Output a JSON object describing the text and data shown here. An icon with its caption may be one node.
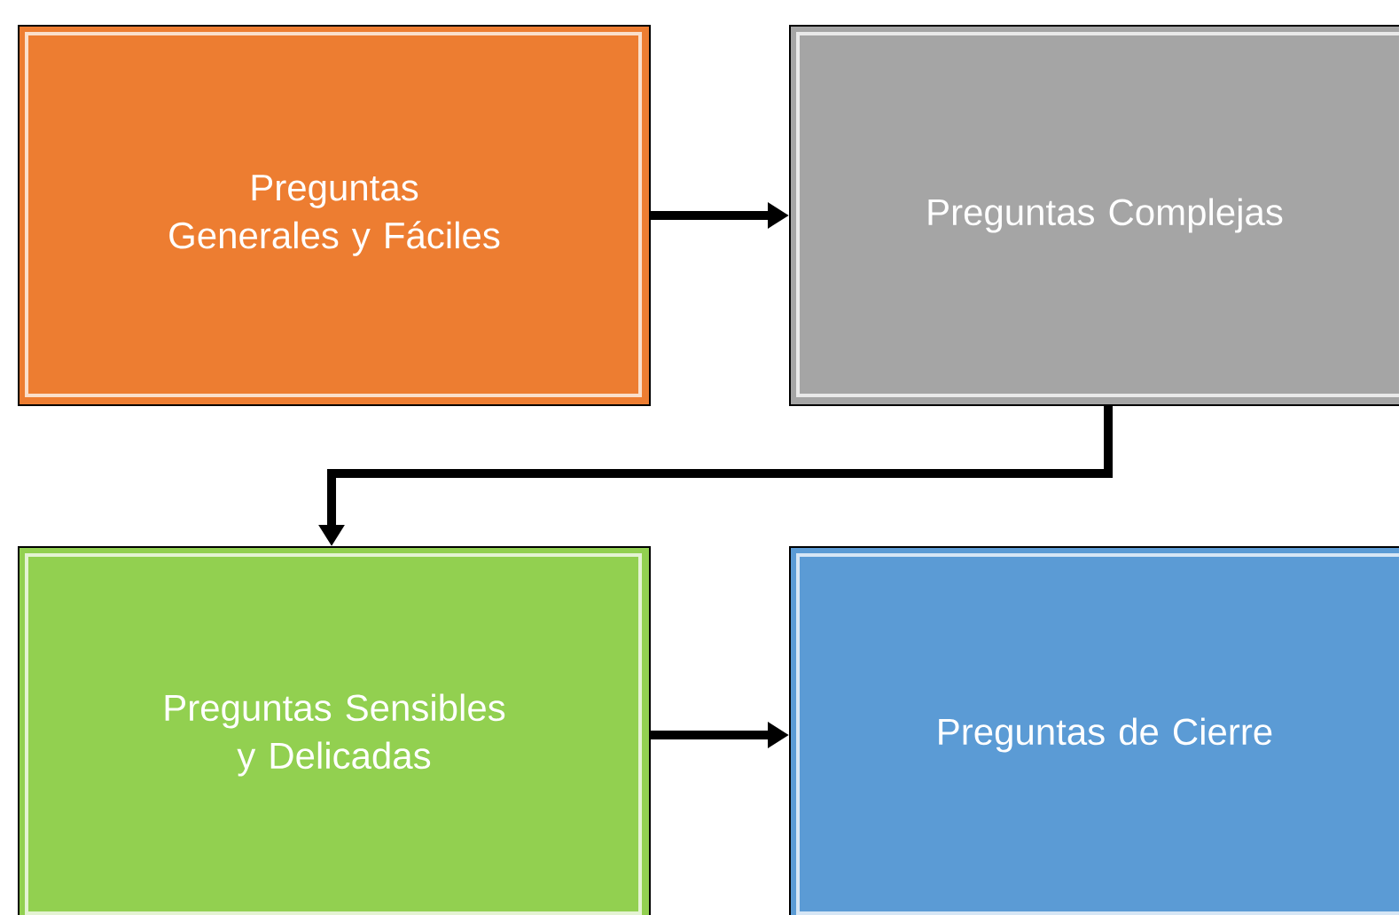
{
  "diagram": {
    "nodes": [
      {
        "text": [
          "Preguntas Generales y Fáciles"
        ]
      },
      {
        "text": [
          "Preguntas Complejas"
        ]
      },
      {
        "text": [
          "Preguntas Sensibles y Delicadas"
        ]
      },
      {
        "text": [
          "Preguntas de Cierre"
        ]
      }
    ],
    "edges": [
      {
        "from": 0,
        "to": 1,
        "arrow": "to"
      },
      {
        "from": 1,
        "to": 2,
        "arrow": "to"
      },
      {
        "from": 2,
        "to": 3,
        "arrow": "to"
      }
    ]
  }
}
